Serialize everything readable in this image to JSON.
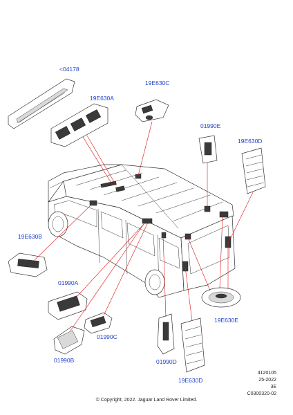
{
  "labels": {
    "p04178": "<04178",
    "p19E630A": "19E630A",
    "p19E630C": "19E630C",
    "p01990E": "01990E",
    "p19E630D_top": "19E630D",
    "p19E630B": "19E630B",
    "p01990A": "01990A",
    "p01990C": "01990C",
    "p01990B": "01990B",
    "p01990D": "01990D",
    "p19E630D_bottom": "19E630D",
    "p19E630E": "19E630E"
  },
  "reference": {
    "line1": "4120105",
    "line2": "25-2022",
    "line3": "3E",
    "line4": "C0300320-02"
  },
  "copyright": "© Copyright, 2022. Jaguar Land Rover Limited.",
  "colors": {
    "label": "#2342c8",
    "leader": "#dd1111",
    "outline": "#333333"
  }
}
